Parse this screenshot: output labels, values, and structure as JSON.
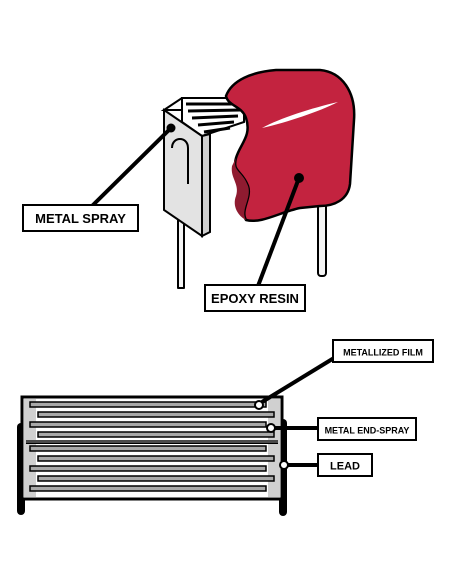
{
  "labels": {
    "metal_spray": "METAL SPRAY",
    "epoxy_resin": "EPOXY RESIN",
    "metallized_film": "METALLIZED FILM",
    "metal_end_spray": "METAL END-SPRAY",
    "lead": "LEAD"
  },
  "colors": {
    "epoxy": "#c3233f",
    "epoxy_dark": "#8f1b30",
    "metal_face": "#e3e3e3",
    "film_gray": "#a9a9a9",
    "outline": "#000000",
    "highlight": "#ffffff"
  }
}
